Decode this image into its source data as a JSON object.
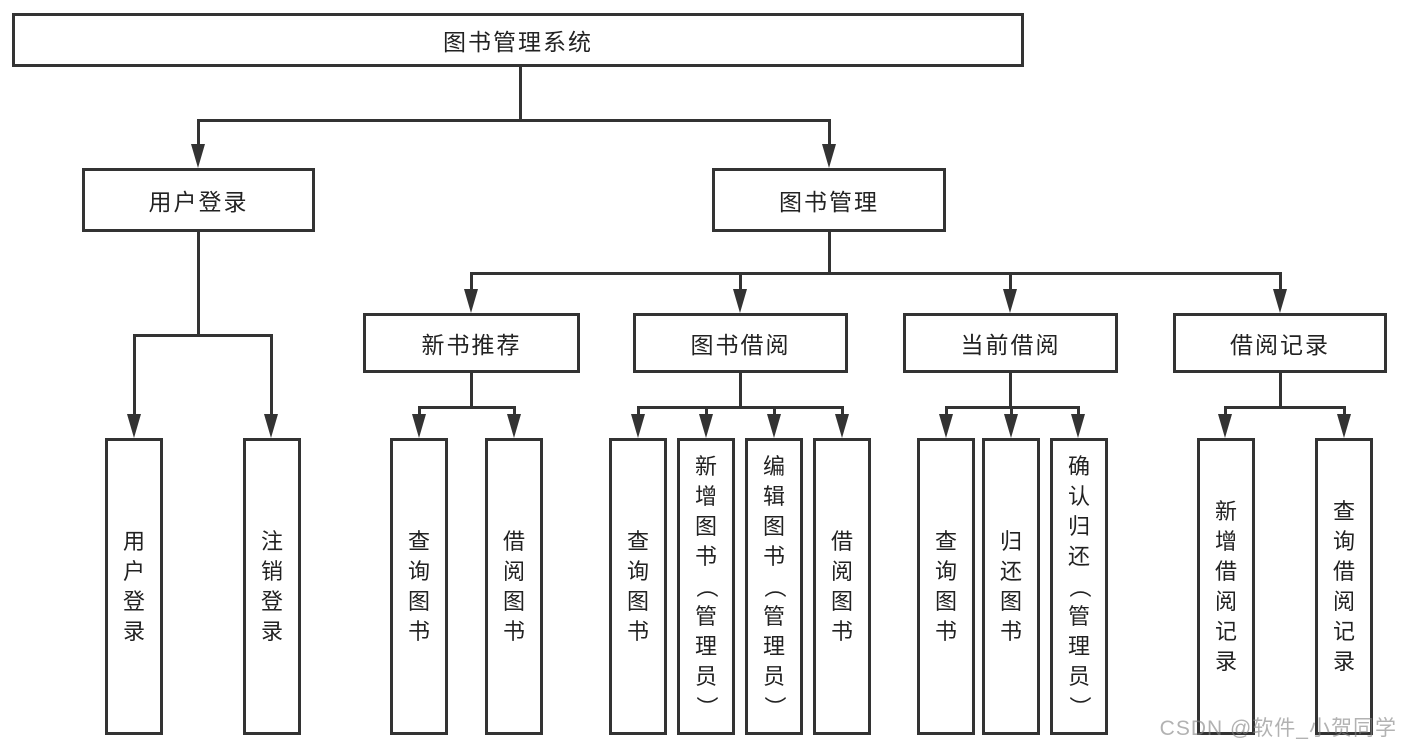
{
  "tree": {
    "root": "图书管理系统",
    "children": [
      {
        "label": "用户登录",
        "children": [
          {
            "label": "用户登录"
          },
          {
            "label": "注销登录"
          }
        ]
      },
      {
        "label": "图书管理",
        "children": [
          {
            "label": "新书推荐",
            "children": [
              {
                "label": "查询图书"
              },
              {
                "label": "借阅图书"
              }
            ]
          },
          {
            "label": "图书借阅",
            "children": [
              {
                "label": "查询图书"
              },
              {
                "label": "新增图书（管理员）"
              },
              {
                "label": "编辑图书（管理员）"
              },
              {
                "label": "借阅图书"
              }
            ]
          },
          {
            "label": "当前借阅",
            "children": [
              {
                "label": "查询图书"
              },
              {
                "label": "归还图书"
              },
              {
                "label": "确认归还（管理员）"
              }
            ]
          },
          {
            "label": "借阅记录",
            "children": [
              {
                "label": "新增借阅记录"
              },
              {
                "label": "查询借阅记录"
              }
            ]
          }
        ]
      }
    ]
  },
  "watermark": "CSDN @软件_小贺同学",
  "colors": {
    "line": "#333333",
    "text": "#222222",
    "box_background": "#ffffff",
    "watermark": "#828282"
  }
}
